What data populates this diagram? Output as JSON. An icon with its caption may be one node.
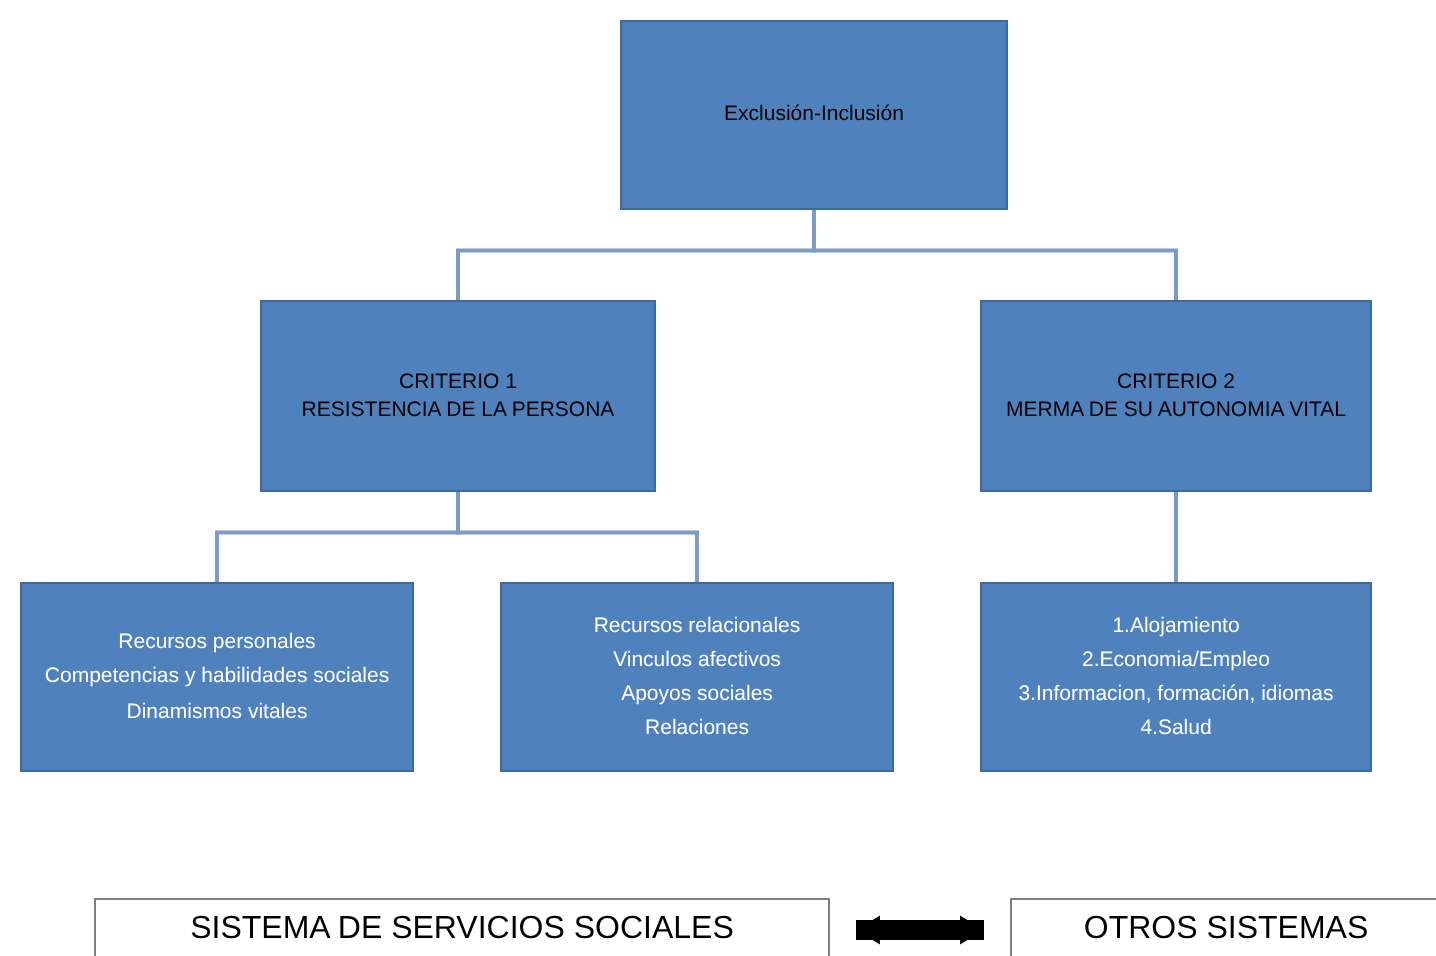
{
  "diagram": {
    "nodes": [
      {
        "text": [
          "Exclusión-Inclusión"
        ]
      },
      {
        "text": [
          "CRITERIO 1",
          "RESISTENCIA DE LA PERSONA"
        ]
      },
      {
        "text": [
          "CRITERIO 2",
          "MERMA DE SU AUTONOMIA VITAL"
        ]
      },
      {
        "text": [
          "Recursos personales",
          "Competencias y habilidades sociales",
          "Dinamismos vitales"
        ]
      },
      {
        "text": [
          "Recursos relacionales",
          "Vinculos afectivos",
          "Apoyos sociales",
          "Relaciones"
        ]
      },
      {
        "text": [
          "1.Alojamiento",
          "2.Economia/Empleo",
          "3.Informacion, formación, idiomas",
          "4.Salud"
        ]
      },
      {
        "text": [
          "SISTEMA DE SERVICIOS SOCIALES"
        ]
      },
      {
        "text": [
          "OTROS SISTEMAS"
        ]
      }
    ],
    "edges": [
      {
        "from": 0,
        "to": 1,
        "arrow": "none"
      },
      {
        "from": 0,
        "to": 2,
        "arrow": "none"
      },
      {
        "from": 1,
        "to": 3,
        "arrow": "none"
      },
      {
        "from": 1,
        "to": 4,
        "arrow": "none"
      },
      {
        "from": 2,
        "to": 5,
        "arrow": "none"
      },
      {
        "from": 6,
        "to": 7,
        "arrow": "both",
        "style": "thick",
        "color": "#000000"
      }
    ]
  }
}
